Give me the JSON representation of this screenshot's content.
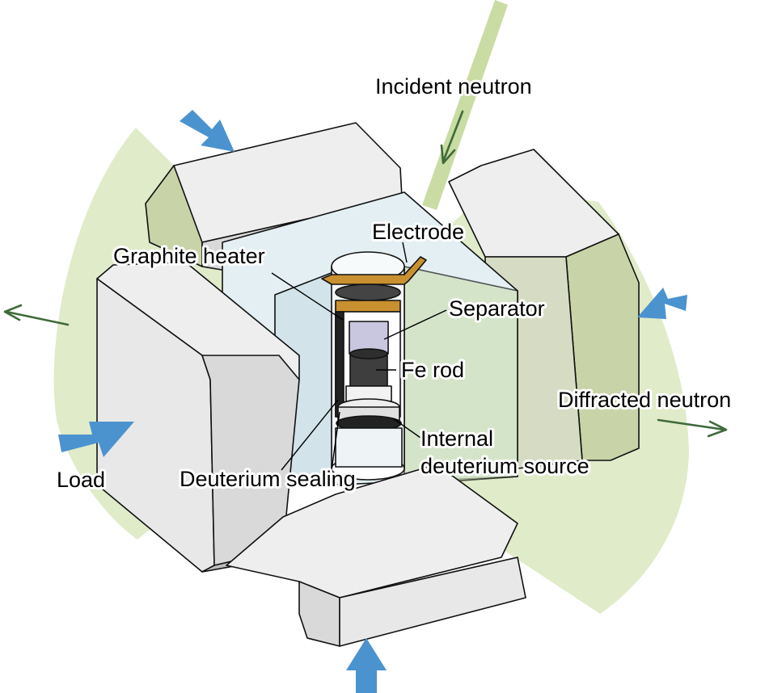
{
  "labels": {
    "incident_neutron": "Incident neutron",
    "electrode": "Electrode",
    "graphite_heater": "Graphite heater",
    "separator": "Separator",
    "fe_rod": "Fe rod",
    "diffracted_neutron": "Diffracted neutron",
    "internal_source_line1": "Internal",
    "internal_source_line2": "deuterium source",
    "load": "Load",
    "deuterium_sealing": "Deuterium sealing"
  },
  "colors": {
    "neutron_zone": "#dbe7c0",
    "neutron_beam": "#c9dca3",
    "neutron_arrow": "#3f6b3b",
    "load_arrow": "#4b93cf",
    "anvil_light": "#eeeeee",
    "anvil_mid": "#d9d9d9",
    "anvil_dark": "#bdbdbd",
    "anvil_tinted": "#c8d3a8",
    "cell_bg": "#e3eff3",
    "electrode": "#c8902f"
  },
  "icons": {
    "incident_arrow": "arrow-down-left-icon",
    "diffracted_arrows": "arrow-right-icon",
    "load_arrows": "arrow-inward-icon"
  }
}
